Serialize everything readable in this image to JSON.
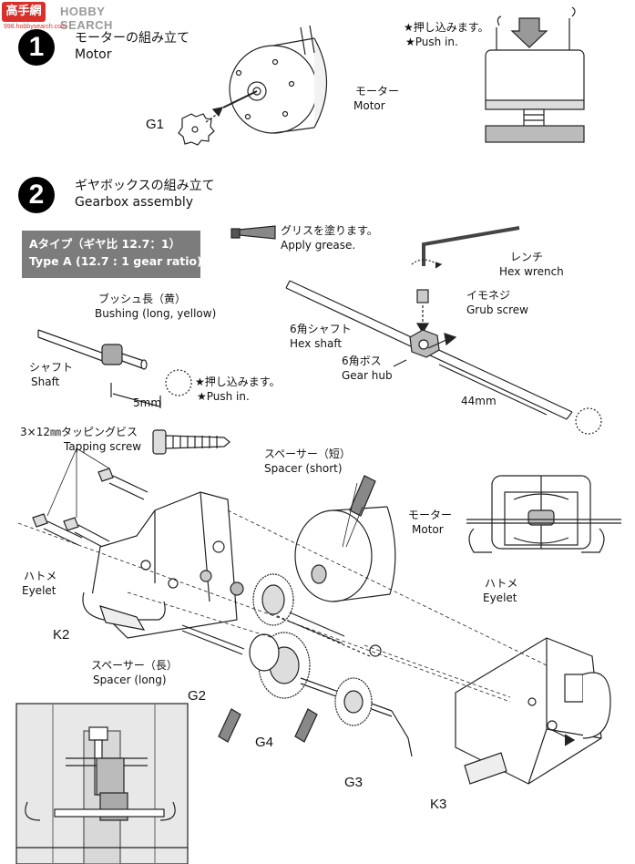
{
  "watermark": {
    "logo": "高手網",
    "text": "HOBBY SEARCH",
    "sub": "998.hobbysearch.com"
  },
  "step1": {
    "number": "1",
    "title_jp": "モーターの組み立て",
    "title_en": "Motor",
    "part": "G1",
    "motor_jp": "モーター",
    "motor_en": "Motor",
    "push_jp": "★押し込みます。",
    "push_en": "★Push in."
  },
  "step2": {
    "number": "2",
    "title_jp": "ギヤボックスの組み立て",
    "title_en": "Gearbox assembly",
    "type_jp": "Aタイプ（ギヤ比  12.7：1）",
    "type_en": "Type A (12.7 : 1 gear ratio)",
    "grease_jp": "グリスを塗ります。",
    "grease_en": "Apply grease.",
    "wrench_jp": "レンチ",
    "wrench_en": "Hex wrench",
    "grub_jp": "イモネジ",
    "grub_en": "Grub screw",
    "hexshaft_jp": "6角シャフト",
    "hexshaft_en": "Hex shaft",
    "hub_jp": "6角ボス",
    "hub_en": "Gear hub",
    "dim_44": "44mm",
    "bushing_jp": "ブッシュ長（黄）",
    "bushing_en": "Bushing (long, yellow)",
    "shaft_jp": "シャフト",
    "shaft_en": "Shaft",
    "dim_5": "5mm",
    "push_jp": "★押し込みます。",
    "push_en": "★Push in.",
    "screw_jp": "3×12㎜タッピングビス",
    "screw_en": "Tapping screw",
    "spacer_short_jp": "スペーサー（短）",
    "spacer_short_en": "Spacer (short)",
    "motor_jp": "モーター",
    "motor_en": "Motor",
    "eyelet_l_jp": "ハトメ",
    "eyelet_l_en": "Eyelet",
    "eyelet_r_jp": "ハトメ",
    "eyelet_r_en": "Eyelet",
    "spacer_long_jp": "スペーサー（長）",
    "spacer_long_en": "Spacer (long)",
    "parts": {
      "k2": "K2",
      "g2": "G2",
      "g4": "G4",
      "g3": "G3",
      "k3": "K3"
    }
  }
}
